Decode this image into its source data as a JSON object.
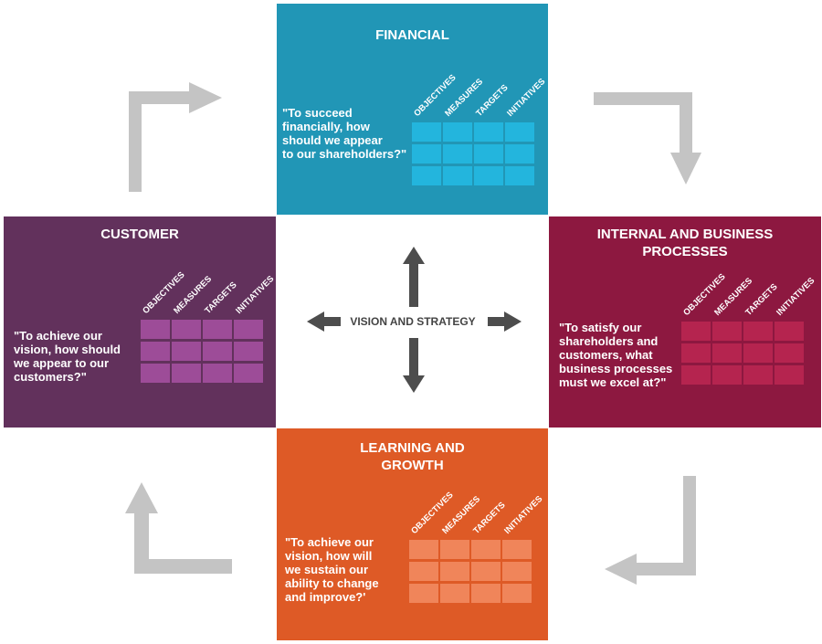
{
  "colors": {
    "financial": "#2196b6",
    "financial_cell": "#23b5dd",
    "customer": "#62315c",
    "customer_cell": "#9d4c98",
    "internal": "#8d1840",
    "internal_cell": "#b5244f",
    "learning": "#de5a26",
    "learning_cell": "#f0855a",
    "cycle_arrow": "#c4c4c4",
    "center_arrow": "#4d4d4d"
  },
  "center": {
    "label": "VISION AND STRATEGY"
  },
  "panels": {
    "financial": {
      "title": "FINANCIAL",
      "quote": "\"To succeed\nfinancially, how\nshould we appear\nto our shareholders?\"",
      "headers": [
        "OBJECTIVES",
        "MEASURES",
        "TARGETS",
        "INITIATIVES"
      ]
    },
    "customer": {
      "title": "CUSTOMER",
      "quote": "\"To achieve our\nvision, how should\nwe appear to our\ncustomers?\"",
      "headers": [
        "OBJECTIVES",
        "MEASURES",
        "TARGETS",
        "INITIATIVES"
      ]
    },
    "internal": {
      "title": "INTERNAL AND BUSINESS\nPROCESSES",
      "quote": "\"To satisfy our\nshareholders and\ncustomers, what\nbusiness processes\nmust we excel at?\"",
      "headers": [
        "OBJECTIVES",
        "MEASURES",
        "TARGETS",
        "INITIATIVES"
      ]
    },
    "learning": {
      "title": "LEARNING AND\nGROWTH",
      "quote": "\"To achieve our\nvision, how will\nwe sustain our\nability to change\nand improve?'",
      "headers": [
        "OBJECTIVES",
        "MEASURES",
        "TARGETS",
        "INITIATIVES"
      ]
    }
  }
}
